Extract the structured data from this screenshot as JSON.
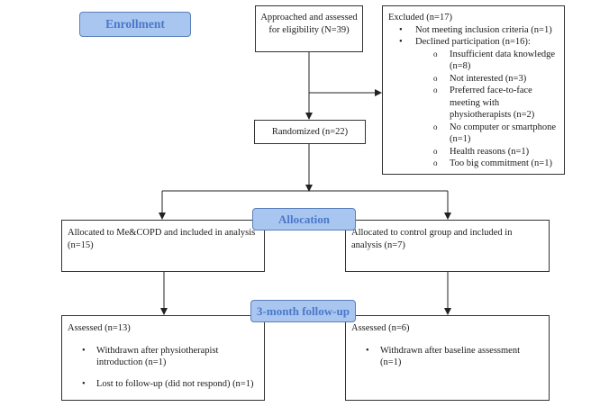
{
  "stages": {
    "enrollment": "Enrollment",
    "allocation": "Allocation",
    "followup": "3-month follow-up"
  },
  "approached": "Approached and assessed for eligibility (N=39)",
  "randomized": "Randomized (n=22)",
  "excluded": {
    "title": "Excluded (n=17)",
    "reasons": [
      "Not meeting inclusion criteria (n=1)",
      "Declined participation (n=16):"
    ],
    "declined": [
      "Insufficient data knowledge (n=8)",
      "Not interested (n=3)",
      "Preferred face-to-face meeting with physiotherapists (n=2)",
      "No computer or smartphone (n=1)",
      "Health reasons (n=1)",
      "Too big commitment (n=1)"
    ]
  },
  "alloc_intervention": "Allocated to Me&COPD and included in analysis (n=15)",
  "alloc_control": "Allocated to control group and included in analysis (n=7)",
  "follow_intervention": {
    "title": "Assessed (n=13)",
    "items": [
      "Withdrawn after physiotherapist introduction (n=1)",
      "Lost to follow-up (did not respond) (n=1)"
    ]
  },
  "follow_control": {
    "title": "Assessed (n=6)",
    "items": [
      "Withdrawn after baseline assessment (n=1)"
    ]
  }
}
